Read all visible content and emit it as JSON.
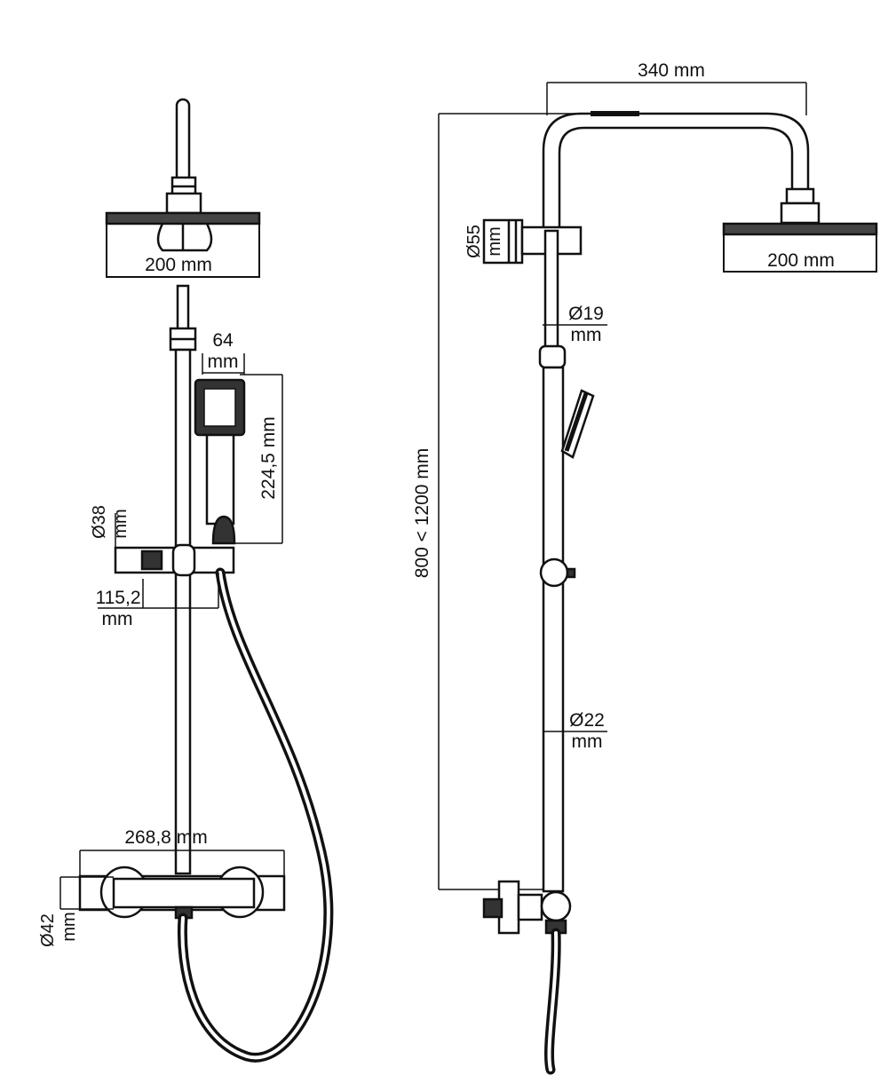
{
  "front_view": {
    "head_width": "200 mm",
    "handset_width_value": "64",
    "handset_width_unit": "mm",
    "handset_length": "224,5 mm",
    "bar_diameter_value": "Ø38",
    "bar_diameter_unit": "mm",
    "holder_offset_value": "115,2",
    "holder_offset_unit": "mm",
    "valve_width": "268,8 mm",
    "valve_diameter_value": "Ø42",
    "valve_diameter_unit": "mm"
  },
  "side_view": {
    "arm_reach": "340 mm",
    "height_range": "800 < 1200 mm",
    "head_width": "200 mm",
    "clamp_diameter_value": "Ø55",
    "clamp_diameter_unit": "mm",
    "upper_pipe_value": "Ø19",
    "upper_pipe_unit": "mm",
    "lower_pipe_value": "Ø22",
    "lower_pipe_unit": "mm"
  },
  "colors": {
    "line": "#111111",
    "fill": "#ffffff",
    "hose": "#111111"
  }
}
